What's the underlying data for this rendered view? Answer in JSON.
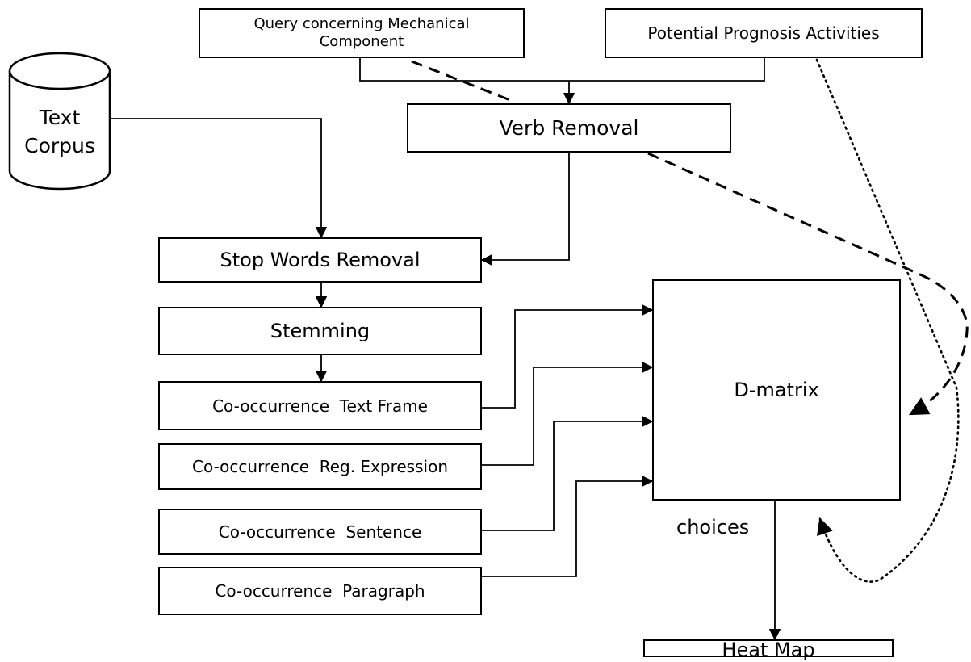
{
  "nodes": {
    "query": "Query concerning Mechanical Component",
    "prognosis": "Potential Prognosis Activities",
    "text_corpus": "Text Corpus",
    "verb_removal": "Verb Removal",
    "stop_words": "Stop Words Removal",
    "stemming": "Stemming",
    "cooc_text_frame": "Co-occurrence  Text Frame",
    "cooc_reg_expr": "Co-occurrence  Reg. Expression",
    "cooc_sentence": "Co-occurrence  Sentence",
    "cooc_paragraph": "Co-occurrence  Paragraph",
    "d_matrix": "D-matrix",
    "heat_map": "Heat Map"
  },
  "edge_labels": {
    "choices": "choices"
  },
  "colors": {
    "stroke": "#000000",
    "background": "#ffffff"
  }
}
